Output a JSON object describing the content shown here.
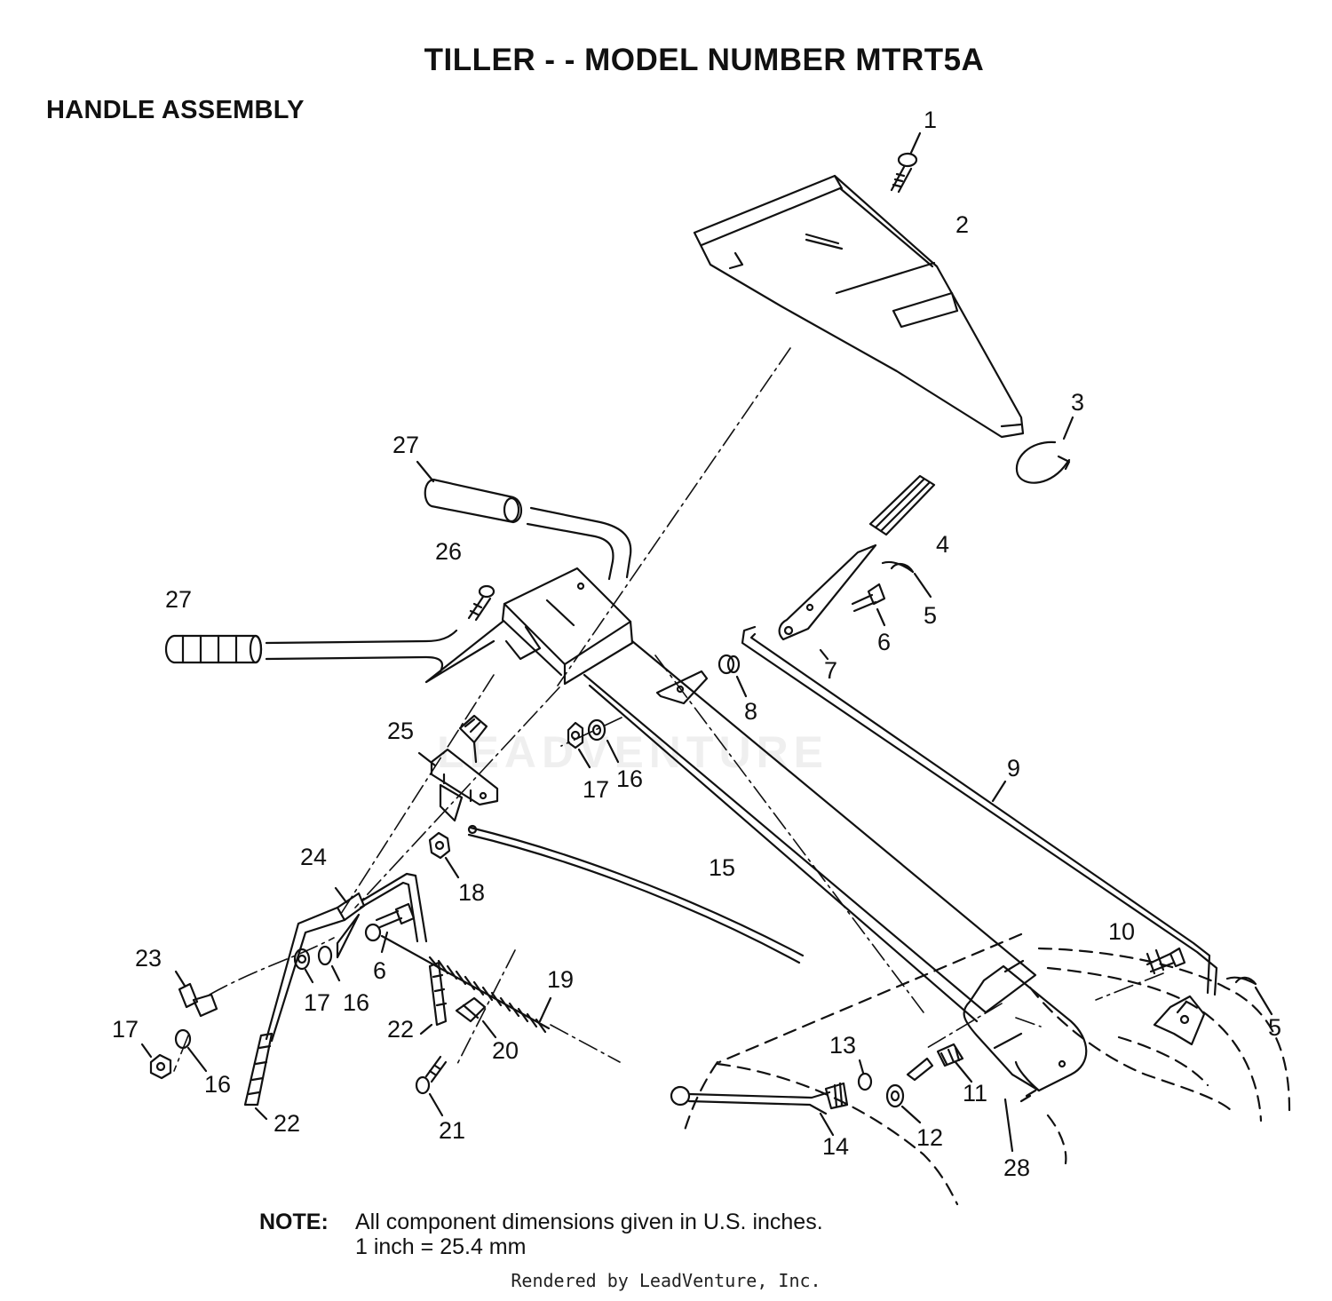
{
  "header": {
    "title": "TILLER - - MODEL NUMBER MTRT5A",
    "section": "HANDLE ASSEMBLY"
  },
  "diagram": {
    "stroke_color": "#111111",
    "part_labels": [
      {
        "id": "1",
        "text": "1"
      },
      {
        "id": "2",
        "text": "2"
      },
      {
        "id": "3",
        "text": "3"
      },
      {
        "id": "4",
        "text": "4"
      },
      {
        "id": "5a",
        "text": "5"
      },
      {
        "id": "5b",
        "text": "5"
      },
      {
        "id": "6a",
        "text": "6"
      },
      {
        "id": "6b",
        "text": "6"
      },
      {
        "id": "7",
        "text": "7"
      },
      {
        "id": "8",
        "text": "8"
      },
      {
        "id": "9",
        "text": "9"
      },
      {
        "id": "10",
        "text": "10"
      },
      {
        "id": "11",
        "text": "11"
      },
      {
        "id": "12",
        "text": "12"
      },
      {
        "id": "13",
        "text": "13"
      },
      {
        "id": "14",
        "text": "14"
      },
      {
        "id": "15",
        "text": "15"
      },
      {
        "id": "16a",
        "text": "16"
      },
      {
        "id": "16b",
        "text": "16"
      },
      {
        "id": "16c",
        "text": "16"
      },
      {
        "id": "17a",
        "text": "17"
      },
      {
        "id": "17b",
        "text": "17"
      },
      {
        "id": "17c",
        "text": "17"
      },
      {
        "id": "18",
        "text": "18"
      },
      {
        "id": "19",
        "text": "19"
      },
      {
        "id": "20",
        "text": "20"
      },
      {
        "id": "21",
        "text": "21"
      },
      {
        "id": "22a",
        "text": "22"
      },
      {
        "id": "22b",
        "text": "22"
      },
      {
        "id": "23",
        "text": "23"
      },
      {
        "id": "24",
        "text": "24"
      },
      {
        "id": "25",
        "text": "25"
      },
      {
        "id": "26",
        "text": "26"
      },
      {
        "id": "27a",
        "text": "27"
      },
      {
        "id": "27b",
        "text": "27"
      },
      {
        "id": "28",
        "text": "28"
      }
    ]
  },
  "note": {
    "label": "NOTE:",
    "line1": "All component dimensions given in U.S. inches.",
    "line2": "1 inch = 25.4 mm"
  },
  "watermark": "LEADVENTURE",
  "footer": "Rendered by LeadVenture, Inc."
}
